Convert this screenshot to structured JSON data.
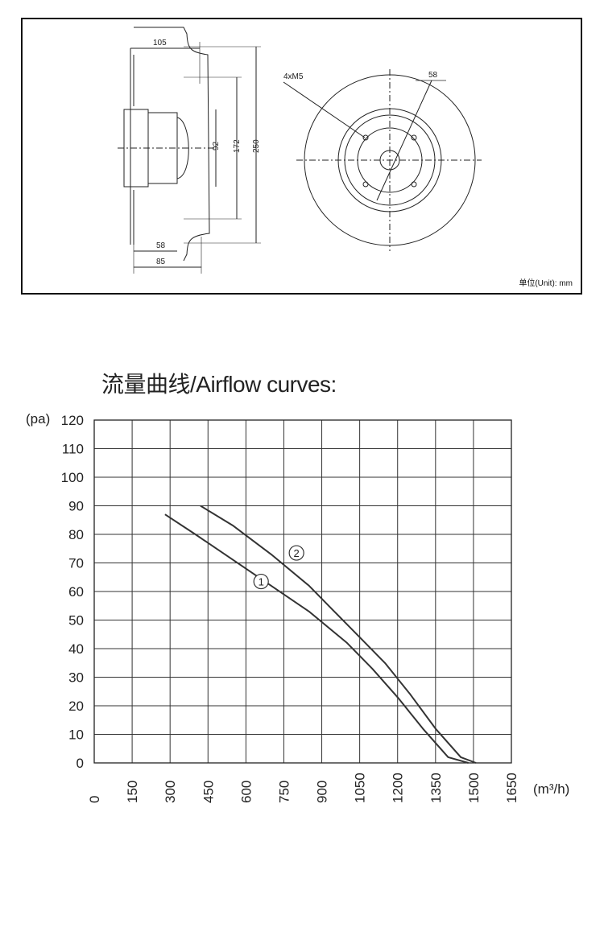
{
  "drawing": {
    "dimensions": {
      "width_total": "105",
      "inlet_dia": "92",
      "mid_dia": "172",
      "outer_dia": "250",
      "hub_depth": "58",
      "body_depth": "85",
      "screws": "4xM5",
      "bolt_circle": "58"
    },
    "unit_note": "单位(Unit): mm"
  },
  "chart_title": "流量曲线/Airflow curves:",
  "chart_data": {
    "type": "line",
    "title": "流量曲线/Airflow curves:",
    "xlabel": "(m³/h)",
    "ylabel": "(pa)",
    "xlim": [
      0,
      1650
    ],
    "ylim": [
      0,
      120
    ],
    "x_ticks": [
      "0",
      "150",
      "300",
      "450",
      "600",
      "750",
      "900",
      "1050",
      "1200",
      "1350",
      "1500",
      "1650"
    ],
    "y_ticks": [
      "0",
      "10",
      "20",
      "30",
      "40",
      "50",
      "60",
      "70",
      "80",
      "90",
      "100",
      "110",
      "120"
    ],
    "grid": true,
    "series": [
      {
        "name": "①",
        "x": [
          280,
          400,
          550,
          700,
          850,
          1000,
          1100,
          1200,
          1300,
          1400,
          1480
        ],
        "y": [
          87,
          80,
          71,
          62,
          53,
          42,
          33,
          23,
          12,
          2,
          0
        ]
      },
      {
        "name": "②",
        "x": [
          420,
          550,
          700,
          850,
          950,
          1050,
          1150,
          1250,
          1350,
          1450,
          1510
        ],
        "y": [
          90,
          83,
          73,
          62,
          53,
          44,
          35,
          24,
          12,
          2,
          0
        ]
      }
    ],
    "label_positions": [
      {
        "series": 0,
        "x": 660,
        "y": 63.5
      },
      {
        "series": 1,
        "x": 800,
        "y": 73.5
      }
    ]
  }
}
